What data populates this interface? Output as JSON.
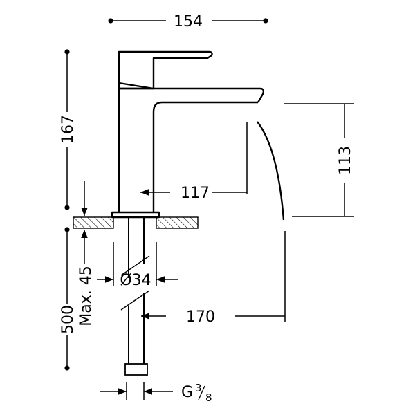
{
  "diagram": {
    "title": "",
    "line_color": "#000000",
    "hatch_color": "#000000",
    "background": "#ffffff",
    "dimensions": {
      "overall_width": "154",
      "overall_height": "167",
      "spout_height": "113",
      "spout_reach": "117",
      "hole_diameter": "Ø34",
      "max_counter_thickness": "Max. 45",
      "hose_length": "500",
      "outlet_reach": "170",
      "connection_thread_prefix": "G ",
      "connection_thread_numerator": "3",
      "connection_thread_denominator": "8"
    }
  }
}
